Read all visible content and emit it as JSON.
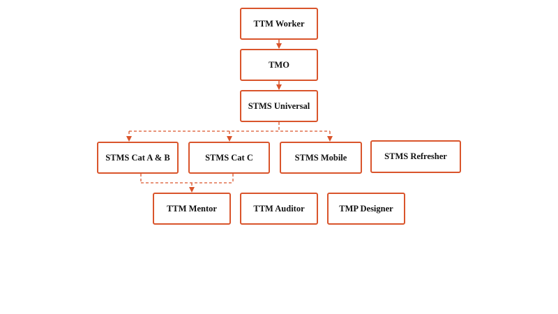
{
  "diagram": {
    "colors": {
      "accent": "#d9542b",
      "text": "#111111",
      "background": "#ffffff"
    },
    "nodes": {
      "ttm_worker": "TTM Worker",
      "tmo": "TMO",
      "stms_universal": "STMS Universal",
      "stms_cat_ab": "STMS Cat A & B",
      "stms_cat_c": "STMS Cat C",
      "stms_mobile": "STMS Mobile",
      "stms_refresher": "STMS Refresher",
      "ttm_mentor": "TTM Mentor",
      "ttm_auditor": "TTM Auditor",
      "tmp_designer": "TMP Designer"
    },
    "edges": [
      {
        "from": "ttm_worker",
        "to": "tmo",
        "style": "solid"
      },
      {
        "from": "tmo",
        "to": "stms_universal",
        "style": "solid"
      },
      {
        "from": "stms_universal",
        "to": "stms_cat_ab",
        "style": "dashed"
      },
      {
        "from": "stms_universal",
        "to": "stms_cat_c",
        "style": "dashed"
      },
      {
        "from": "stms_universal",
        "to": "stms_mobile",
        "style": "dashed"
      },
      {
        "from": "stms_cat_ab",
        "to": "ttm_mentor",
        "style": "dashed"
      },
      {
        "from": "stms_cat_c",
        "to": "ttm_mentor",
        "style": "dashed"
      }
    ]
  }
}
